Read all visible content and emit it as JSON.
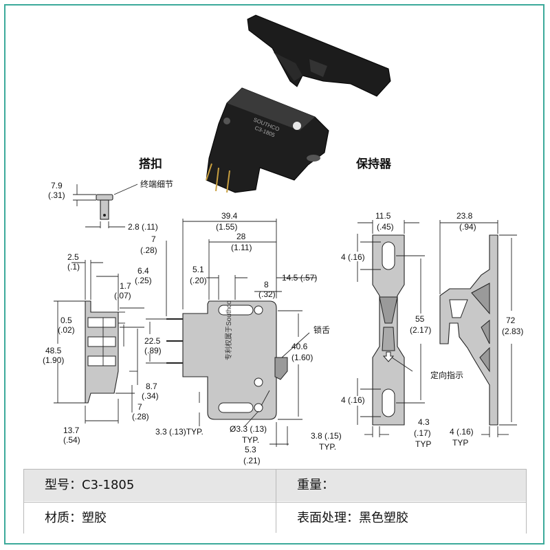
{
  "photo": {
    "marking_1": "SOUTHCO",
    "marking_2": "C3-1805"
  },
  "titles": {
    "latch": "搭扣",
    "keeper": "保持器"
  },
  "callouts": {
    "terminal_detail": "终端细节",
    "tongue": "锁舌",
    "orient": "定向指示",
    "body_text": "专利权属于Southco"
  },
  "dims": {
    "d7_9": "7.9",
    "d7_9b": "(.31)",
    "d2_8": "2.8 (.11)",
    "d39_4": "39.4",
    "d39_4b": "(1.55)",
    "d7a": "7",
    "d7ab": "(.28)",
    "d28": "28",
    "d28b": "(1.11)",
    "d2_5": "2.5",
    "d2_5b": "(.1)",
    "d6_4": "6.4",
    "d6_4b": "(.25)",
    "d5_1": "5.1",
    "d5_1b": "(.20)",
    "d8": "8",
    "d8b": "(.32)",
    "d14_5": "14.5 (.57)",
    "d1_7": "1.7",
    "d1_7b": "(.07)",
    "d0_5": "0.5",
    "d0_5b": "(.02)",
    "d22_5": "22.5",
    "d22_5b": "(.89)",
    "d48_5": "48.5",
    "d48_5b": "(1.90)",
    "d40_6": "40.6",
    "d40_6b": "(1.60)",
    "d8_7": "8.7",
    "d8_7b": "(.34)",
    "d7b": "7",
    "d7bb": "(.28)",
    "d13_7": "13.7",
    "d13_7b": "(.54)",
    "d3_3typ": "3.3 (.13)TYP.",
    "dphi": "Ø3.3 (.13)",
    "dphi_typ": "TYP.",
    "d5_3": "5.3",
    "d5_3b": "(.21)",
    "d3_8": "3.8 (.15)",
    "d3_8typ": "TYP.",
    "d11_5": "11.5",
    "d11_5b": "(.45)",
    "d23_8": "23.8",
    "d23_8b": "(.94)",
    "d4a": "4 (.16)",
    "d55": "55",
    "d55b": "(2.17)",
    "d72": "72",
    "d72b": "(2.83)",
    "d4b": "4 (.16)",
    "d4_3": "4.3",
    "d4_3b": "(.17)",
    "d4_3typ": "TYP",
    "d4c": "4 (.16)",
    "d4ctyp": "TYP"
  },
  "spec": {
    "model": "型号：C3-1805",
    "weight": "重量：",
    "material": "材质：塑胶",
    "finish": "表面处理：黑色塑胶"
  }
}
